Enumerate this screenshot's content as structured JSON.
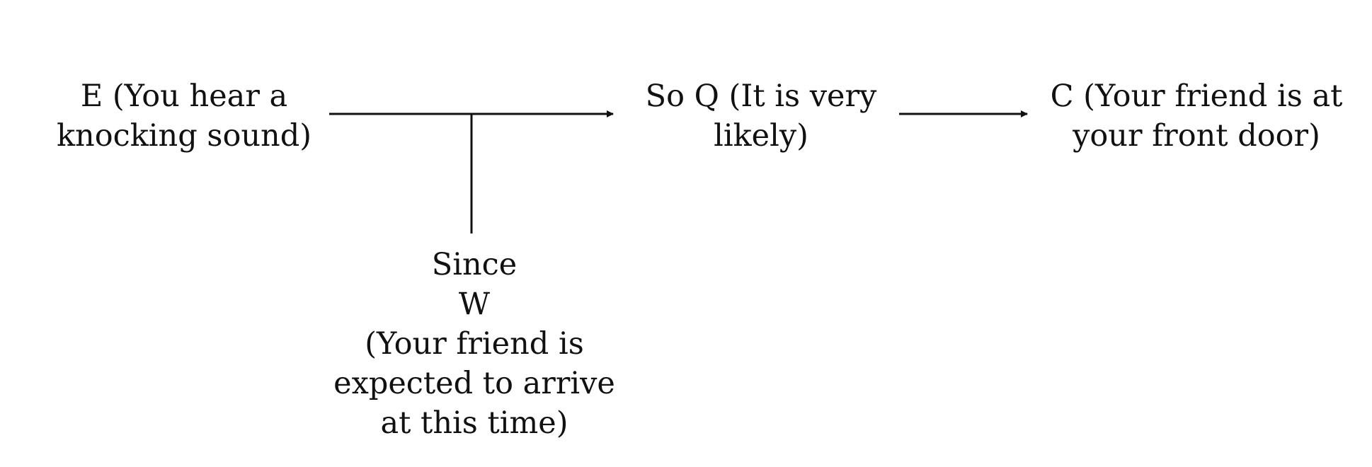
{
  "diagram": {
    "evidence": {
      "lines": [
        "E (You hear a",
        "knocking sound)"
      ]
    },
    "qualified_claim": {
      "lines": [
        "So Q (It is very",
        "likely)"
      ]
    },
    "conclusion": {
      "lines": [
        "C (Your friend is at",
        "your front door)"
      ]
    },
    "warrant": {
      "lines": [
        "Since",
        "W",
        "(Your friend is",
        "expected to arrive",
        "at this time)"
      ]
    }
  }
}
